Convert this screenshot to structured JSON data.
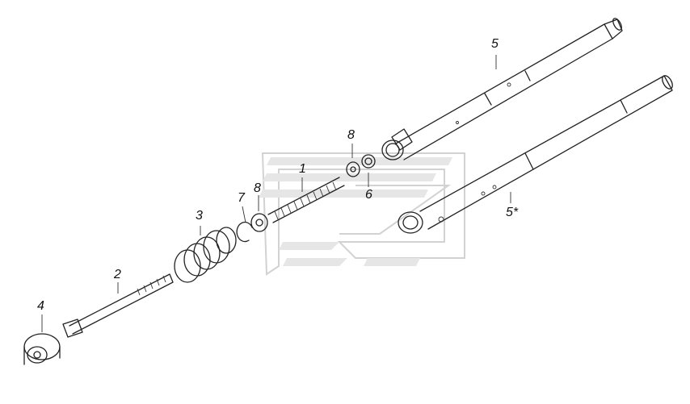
{
  "callouts": [
    {
      "id": "p5a",
      "text": "5"
    },
    {
      "id": "p5b",
      "text": "5*"
    },
    {
      "id": "p8a",
      "text": "8"
    },
    {
      "id": "p8b",
      "text": "8"
    },
    {
      "id": "p6",
      "text": "6"
    },
    {
      "id": "p1",
      "text": "1"
    },
    {
      "id": "p7",
      "text": "7"
    },
    {
      "id": "p3",
      "text": "3"
    },
    {
      "id": "p2",
      "text": "2"
    },
    {
      "id": "p4",
      "text": "4"
    }
  ],
  "colors": {
    "line": "#222222",
    "watermark": "#d2d2d2",
    "background": "#ffffff"
  }
}
